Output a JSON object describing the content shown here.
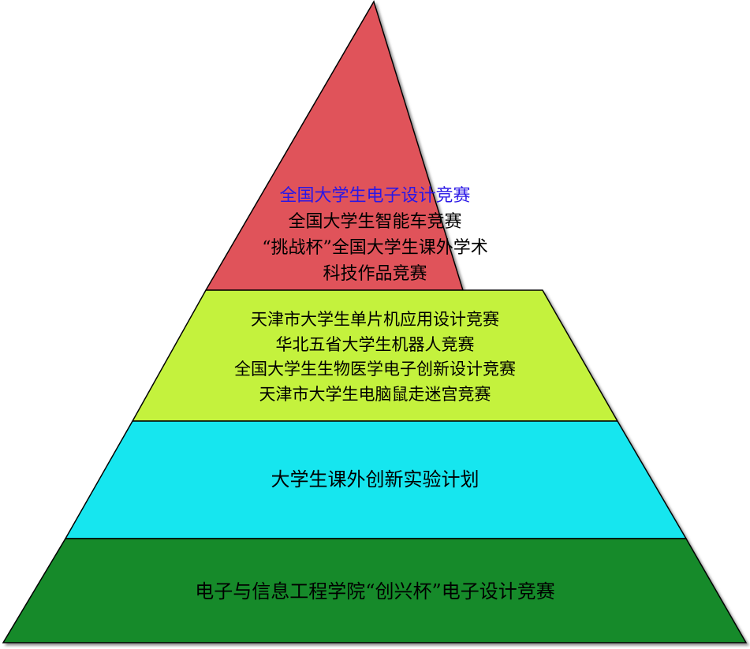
{
  "pyramid": {
    "tiers": [
      {
        "lines": [
          "全国大学生电子设计竞赛",
          "全国大学生智能车竞赛",
          "“挑战杯”全国大学生课外学术",
          "科技作品竞赛"
        ],
        "fill": "#e0535a",
        "highlight_color": "#2a17e6"
      },
      {
        "lines": [
          "天津市大学生单片机应用设计竞赛",
          "华北五省大学生机器人竞赛",
          "全国大学生生物医学电子创新设计竞赛",
          "天津市大学生电脑鼠走迷宫竞赛"
        ],
        "fill": "#c4f23c"
      },
      {
        "lines": [
          "大学生课外创新实验计划"
        ],
        "fill": "#19e6ef"
      },
      {
        "lines": [
          "电子与信息工程学院“创兴杯”电子设计竞赛"
        ],
        "fill": "#128a2c"
      }
    ],
    "outline_color": "#000000"
  }
}
